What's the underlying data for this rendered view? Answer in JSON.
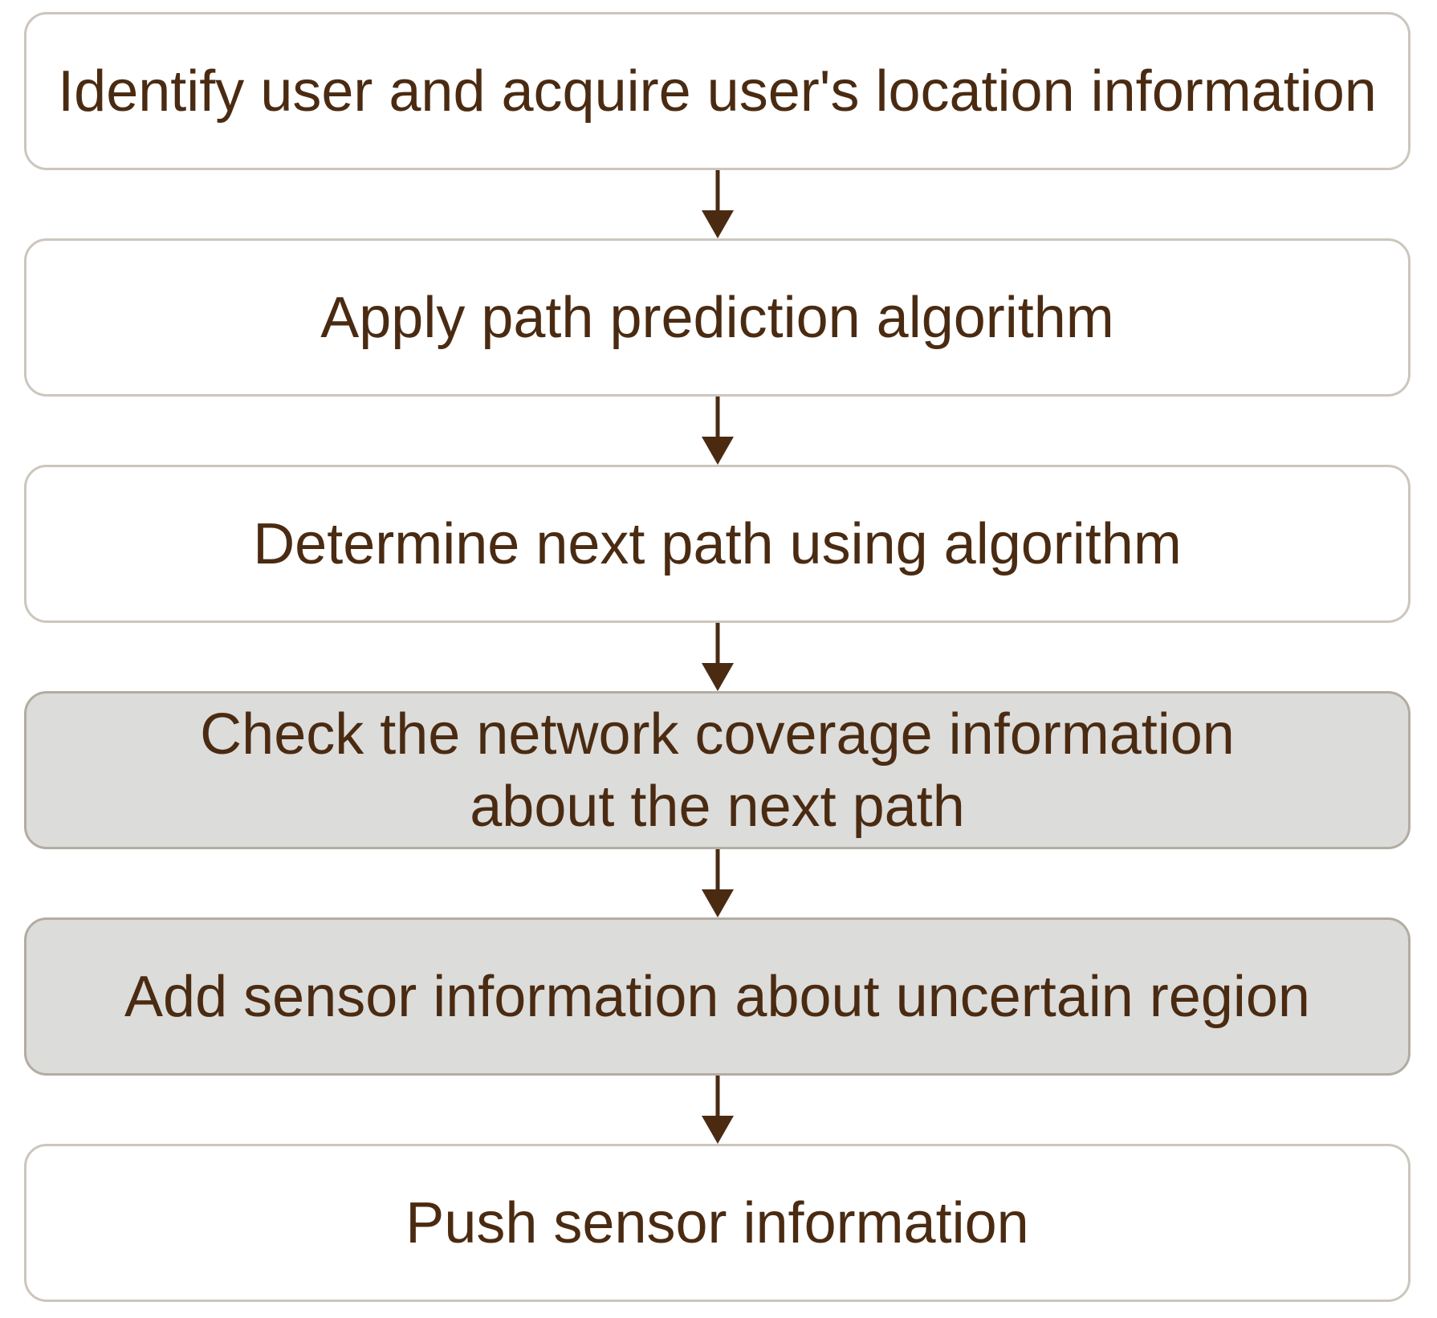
{
  "diagram": {
    "type": "flowchart",
    "direction": "top-down",
    "steps": [
      {
        "label": "Identify user and acquire user's location information",
        "variant": "white"
      },
      {
        "label": "Apply path prediction algorithm",
        "variant": "white"
      },
      {
        "label": "Determine next path using algorithm",
        "variant": "white"
      },
      {
        "label": "Check the network coverage information\nabout the next path",
        "variant": "gray"
      },
      {
        "label": "Add sensor information about uncertain region",
        "variant": "gray"
      },
      {
        "label": "Push sensor information",
        "variant": "white"
      }
    ],
    "connectors": [
      {
        "from": 0,
        "to": 1,
        "icon": "arrow-down-icon"
      },
      {
        "from": 1,
        "to": 2,
        "icon": "arrow-down-icon"
      },
      {
        "from": 2,
        "to": 3,
        "icon": "arrow-down-icon"
      },
      {
        "from": 3,
        "to": 4,
        "icon": "arrow-down-icon"
      },
      {
        "from": 4,
        "to": 5,
        "icon": "arrow-down-icon"
      }
    ],
    "colors": {
      "text": "#4a2b12",
      "arrow": "#4a2b12",
      "white_box_fill": "#ffffff",
      "white_box_border": "#ccc6bd",
      "gray_box_fill": "#dcdcda",
      "gray_box_border": "#b3aca1",
      "background": "#ffffff"
    }
  }
}
